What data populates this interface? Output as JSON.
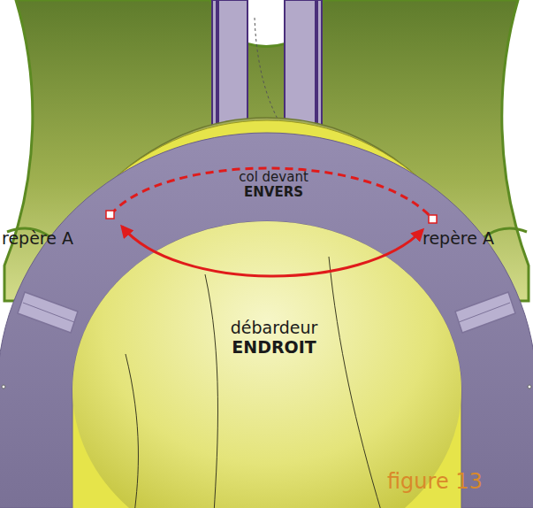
{
  "diagram": {
    "caption": "figure 13",
    "nodes": [
      {
        "text": [
          "col devant",
          "ENVERS"
        ]
      },
      {
        "text": [
          "débardeur",
          "ENDROIT"
        ]
      }
    ],
    "labels": [
      "repère A",
      "repère A"
    ]
  }
}
